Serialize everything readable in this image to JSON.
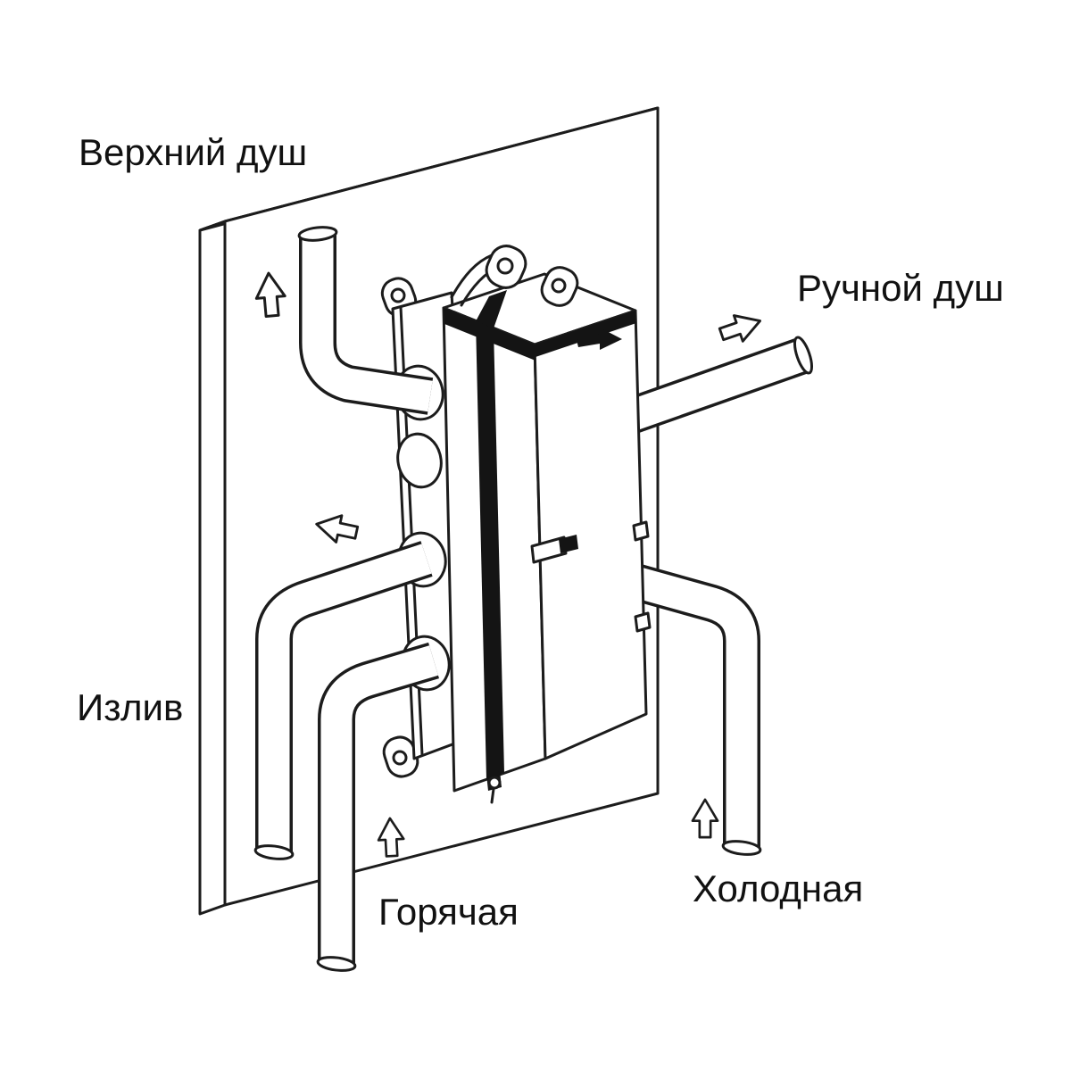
{
  "diagram": {
    "type": "shower-mixer-installation-schematic",
    "labels": {
      "top_shower": "Верхний душ",
      "hand_shower": "Ручной душ",
      "spout": "Излив",
      "hot": "Горячая",
      "cold": "Холодная"
    },
    "arrows": [
      {
        "id": "top-shower-flow",
        "direction": "up"
      },
      {
        "id": "hand-shower-flow",
        "direction": "right"
      },
      {
        "id": "spout-flow",
        "direction": "left"
      },
      {
        "id": "hot-supply-flow",
        "direction": "up"
      },
      {
        "id": "cold-supply-flow",
        "direction": "up"
      }
    ],
    "colors": {
      "line": "#1c1c1c",
      "fill": "#ffffff",
      "band": "#141414",
      "text": "#111111",
      "bg": "#ffffff"
    }
  }
}
